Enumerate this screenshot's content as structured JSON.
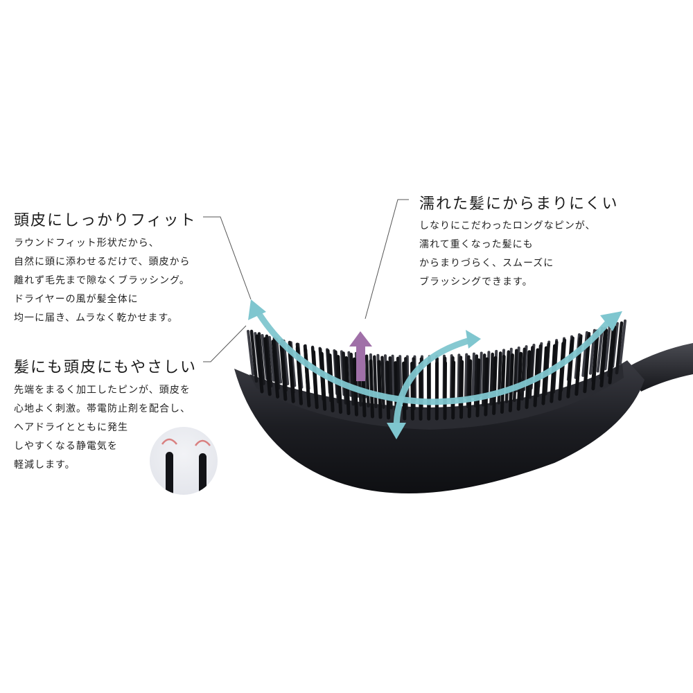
{
  "features": [
    {
      "heading": "頭皮にしっかりフィット",
      "lines": [
        "ラウンドフィット形状だから、",
        "自然に頭に添わせるだけで、頭皮から",
        "離れず毛先まで隙なくブラッシング。",
        "ドライヤーの風が髪全体に",
        "均一に届き、ムラなく乾かせます。"
      ]
    },
    {
      "heading": "髪にも頭皮にもやさしい",
      "lines": [
        "先端をまるく加工したピンが、頭皮を",
        "心地よく刺激。帯電防止剤を配合し、",
        "ヘアドライとともに発生",
        "しやすくなる静電気を",
        "軽減します。"
      ]
    },
    {
      "heading": "濡れた髪にからまりにくい",
      "lines": [
        "しなりにこだわったロングなピンが、",
        "濡れて重くなった髪にも",
        "からまりづらく、スムーズに",
        "ブラッシングできます。"
      ]
    }
  ],
  "colors": {
    "arrow_teal": "#7fc6cf",
    "arrow_purple": "#a070a8",
    "brush_body": "#1e1f24",
    "pin_tip_accent": "#d98080",
    "leader_line": "#555555"
  }
}
